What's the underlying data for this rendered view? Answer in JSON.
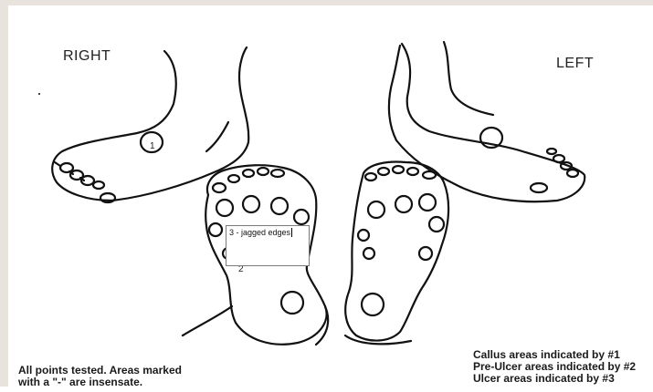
{
  "labels": {
    "right": "RIGHT",
    "left": "LEFT"
  },
  "markers": {
    "callus": "1",
    "pre_ulcer": "2"
  },
  "note_box": {
    "value": "3 - jagged edges"
  },
  "captions": {
    "insensate_line1": "All points tested.  Areas marked",
    "insensate_line2": "with a \"-\" are insensate.",
    "legend_callus": "Callus areas indicated by #1",
    "legend_pre_ulcer": "Pre-Ulcer areas indicated by #2",
    "legend_ulcer": "Ulcer areas indicated by #3"
  },
  "colors": {
    "background": "#ffffff",
    "frame": "#e8e3dd",
    "ink": "#111111"
  }
}
